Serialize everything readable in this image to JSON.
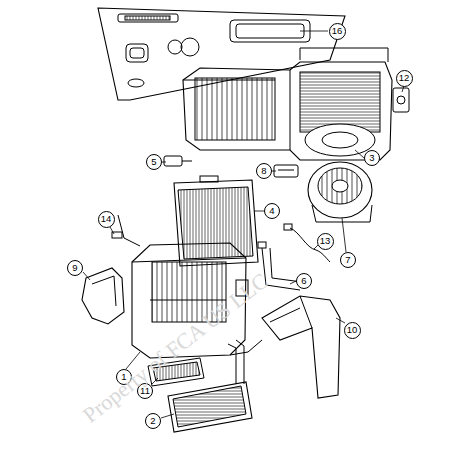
{
  "diagram": {
    "nodes": [
      {
        "text": [
          "16"
        ]
      },
      {
        "text": [
          "12"
        ]
      },
      {
        "text": [
          "3"
        ]
      },
      {
        "text": [
          "5"
        ]
      },
      {
        "text": [
          "8"
        ]
      },
      {
        "text": [
          "4"
        ]
      },
      {
        "text": [
          "7"
        ]
      },
      {
        "text": [
          "14"
        ]
      },
      {
        "text": [
          "13"
        ]
      },
      {
        "text": [
          "6"
        ]
      },
      {
        "text": [
          "9"
        ]
      },
      {
        "text": [
          "10"
        ]
      },
      {
        "text": [
          "1"
        ]
      },
      {
        "text": [
          "11"
        ]
      },
      {
        "text": [
          "2"
        ]
      }
    ],
    "edges": [],
    "labels": [
      "Property of FCA US LLC"
    ]
  }
}
